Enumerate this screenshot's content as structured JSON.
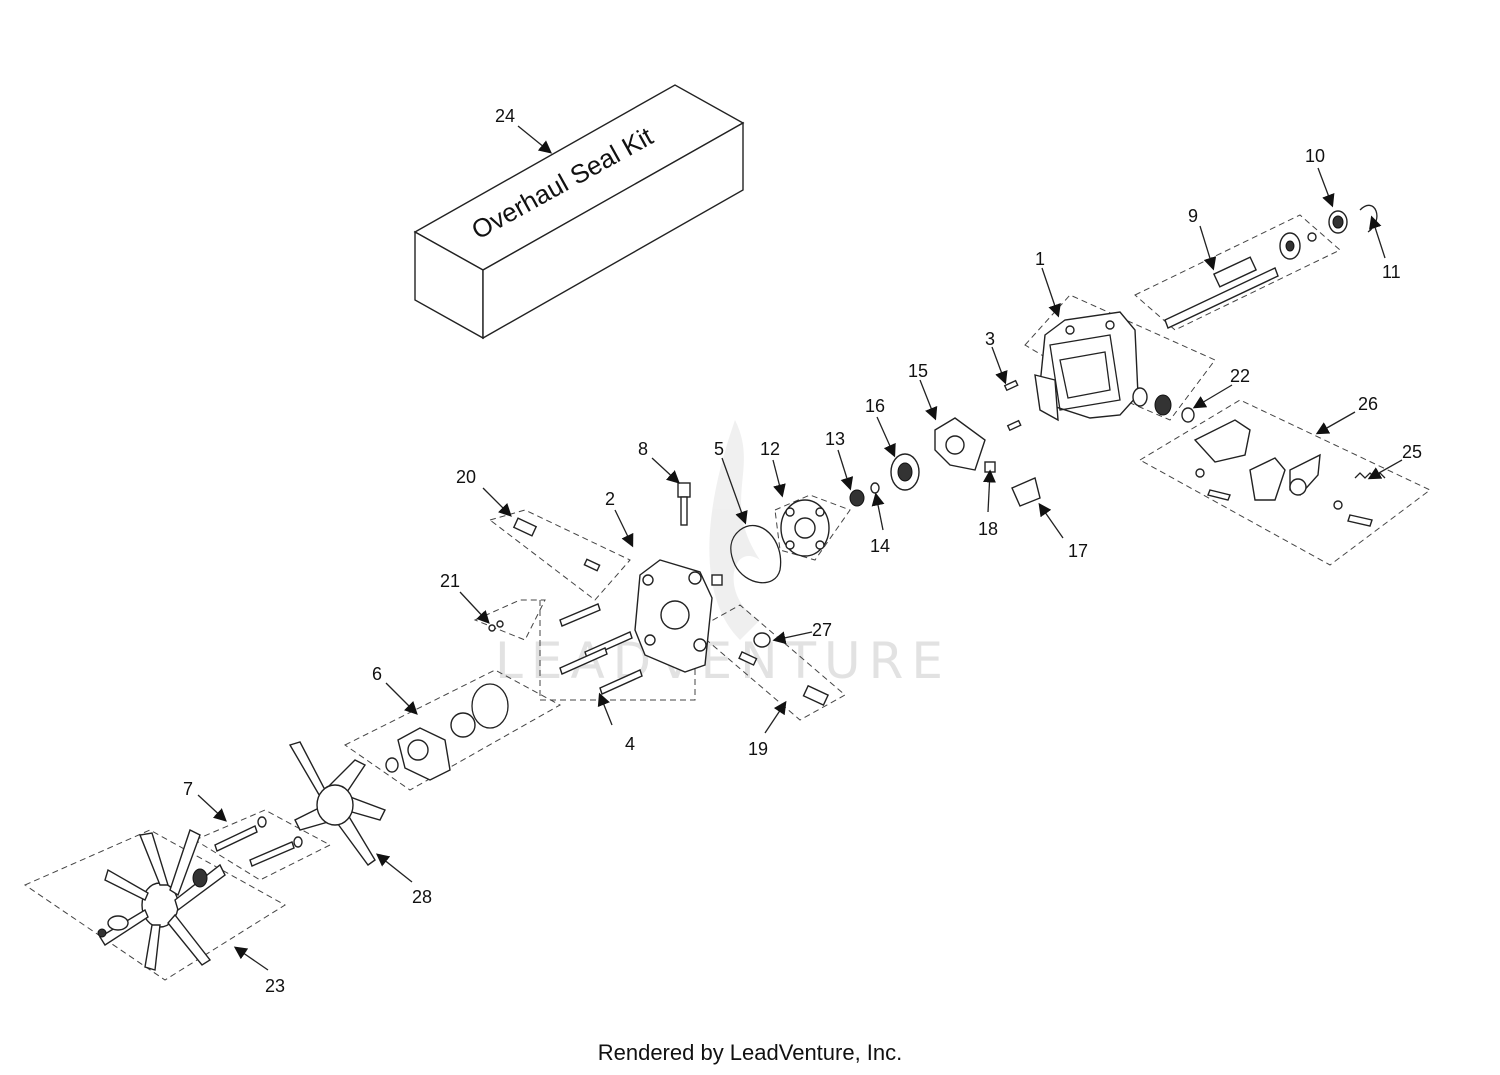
{
  "kit_label": "Overhaul Seal Kit",
  "watermark": "LEADVENTURE",
  "footer": "Rendered by LeadVenture, Inc.",
  "callouts": {
    "c1": "1",
    "c2": "2",
    "c3": "3",
    "c4": "4",
    "c5": "5",
    "c6": "6",
    "c7": "7",
    "c8": "8",
    "c9": "9",
    "c10": "10",
    "c11": "11",
    "c12": "12",
    "c13": "13",
    "c14": "14",
    "c15": "15",
    "c16": "16",
    "c17": "17",
    "c18": "18",
    "c19": "19",
    "c20": "20",
    "c21": "21",
    "c22": "22",
    "c23": "23",
    "c24": "24",
    "c25": "25",
    "c26": "26",
    "c27": "27",
    "c28": "28"
  }
}
